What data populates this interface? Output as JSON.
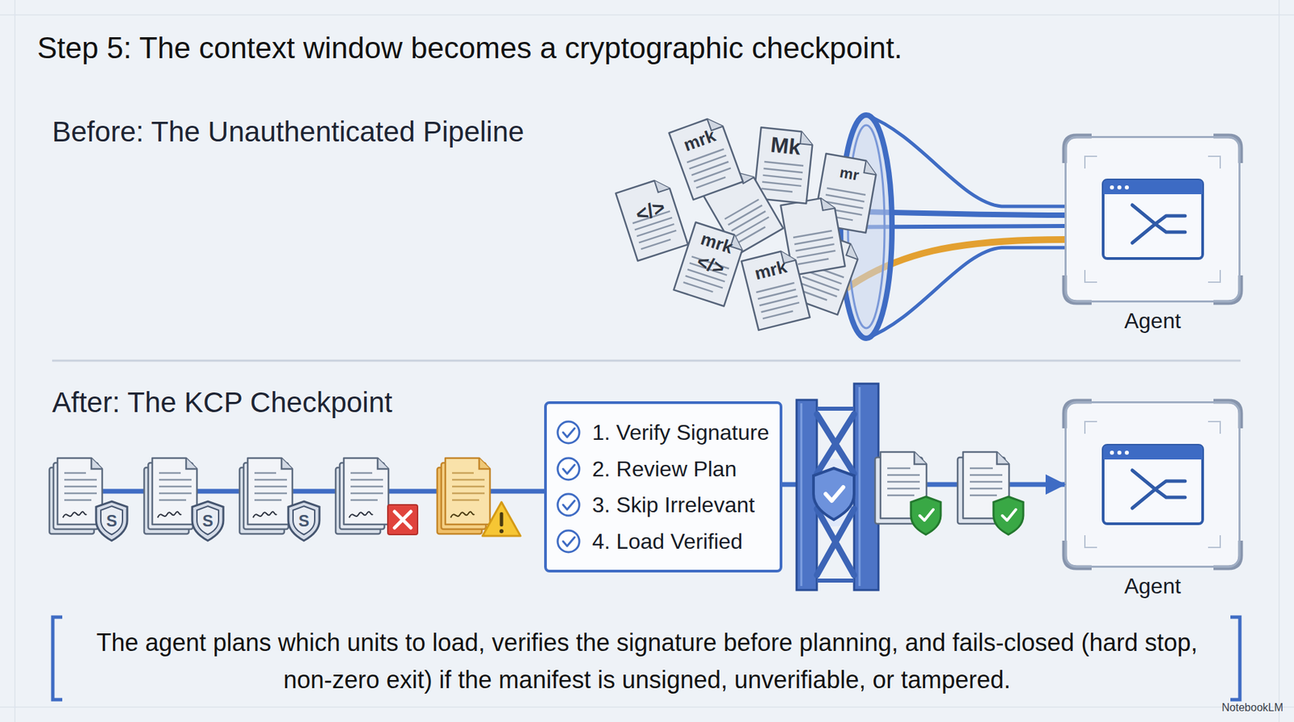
{
  "diagram": {
    "title": "Step 5: The context window becomes a cryptographic checkpoint.",
    "caption": "The agent plans which units to load, verifies the signature before planning, and fails-closed (hard stop, non-zero exit) if the manifest is unsigned, unverifiable, or tampered.",
    "nodes": [
      {
        "text": [
          "Agent"
        ]
      },
      {
        "text": [
          "1. Verify Signature",
          "2. Review Plan",
          "3. Skip Irrelevant",
          "4. Load Verified"
        ]
      },
      {
        "text": [
          "Agent"
        ]
      }
    ],
    "edges": [
      {
        "from": 1,
        "to": 2,
        "arrow": "to"
      }
    ],
    "labels": [
      "Before: The Unauthenticated Pipeline",
      "After: The KCP Checkpoint",
      "mrk",
      "Mk",
      "</>",
      "mrk",
      "</>",
      "mrk",
      "mr",
      "S",
      "S",
      "S",
      "NotebookLM"
    ]
  }
}
